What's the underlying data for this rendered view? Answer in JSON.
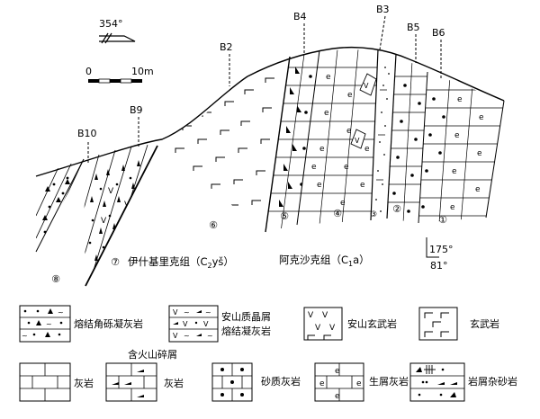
{
  "orientation": {
    "azimuth": "354°"
  },
  "scale_bar": {
    "start": "0",
    "end": "10m"
  },
  "boreholes": [
    "B10",
    "B9",
    "B2",
    "B4",
    "B3",
    "B5",
    "B6"
  ],
  "units": {
    "u1": "①",
    "u2": "②",
    "u3": "③",
    "u4": "④",
    "u5": "⑤",
    "u6": "⑥",
    "u7": "⑦",
    "u8": "⑧"
  },
  "formations": {
    "left_name": "伊什基里克组（C",
    "left_sub": "2",
    "left_end": "yš）",
    "right_name": "阿克沙克组（C",
    "right_sub": "1",
    "right_end": "a）"
  },
  "attitude": {
    "dip_direction": "175°",
    "dip_angle": "81°"
  },
  "legend": {
    "l1": {
      "line1": "熔结角砾凝灰岩",
      "line2": ""
    },
    "l2": {
      "line1": "安山质晶屑",
      "line2": "熔结凝灰岩"
    },
    "l3": {
      "line1": "安山玄武岩",
      "line2": ""
    },
    "l4": {
      "line1": "玄武岩",
      "line2": ""
    },
    "l5": {
      "line1": "灰岩",
      "line2": ""
    },
    "l6": {
      "line1": "含火山碎屑",
      "line2": "灰岩"
    },
    "l7": {
      "line1": "砂质灰岩",
      "line2": ""
    },
    "l8": {
      "line1": "生屑灰岩",
      "line2": ""
    },
    "l9": {
      "line1": "岩屑杂砂岩",
      "line2": ""
    }
  },
  "symbols": {
    "bio": "e",
    "vol": "V"
  }
}
